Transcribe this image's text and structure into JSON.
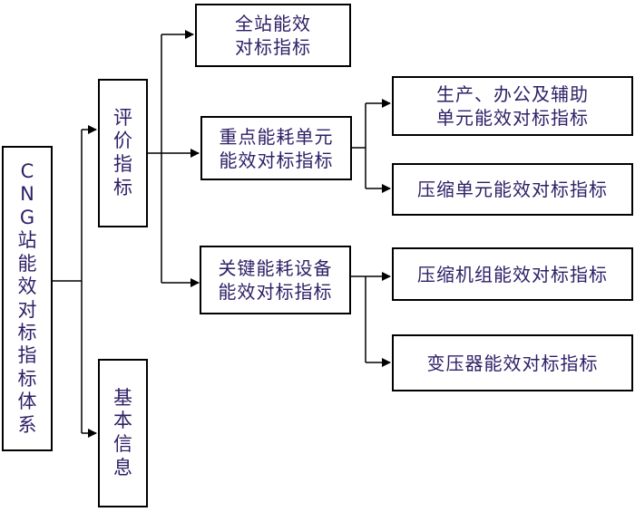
{
  "nodes": {
    "root": "C\nN\nG\n站\n能\n效\n对\n标\n指\n标\n体\n系",
    "evaluation": "评\n价\n指\n标",
    "basic_info": "基\n本\n信\n息",
    "station": "全站能效\n对标指标",
    "key_units": "重点能耗单元\n能效对标指标",
    "key_equipment": "关键能耗设备\n能效对标指标",
    "production_units": "生产、办公及辅助\n单元能效对标指标",
    "compression_units": "压缩单元能效对标指标",
    "compressor_set": "压缩机组能效对标指标",
    "transformer": "变压器能效对标指标"
  },
  "colors": {
    "text": "#2e1f66",
    "line": "#000000"
  }
}
